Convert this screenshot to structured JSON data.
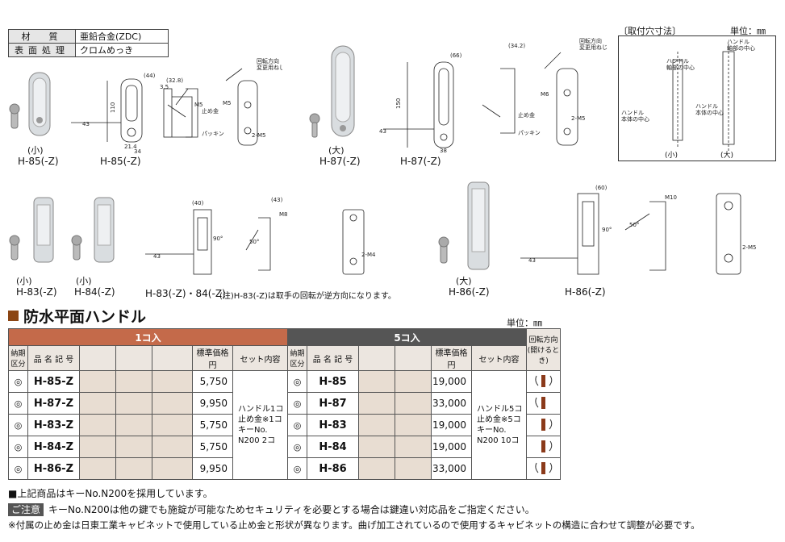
{
  "spec_table": [
    {
      "label": "材　質",
      "value": "亜鉛合金(ZDC)"
    },
    {
      "label": "表面処理",
      "value": "クロムめっき"
    }
  ],
  "drawings_top": {
    "h85_small": "(小)",
    "h85_photo": "H-85(-Z)",
    "h85_drawing": "H-85(-Z)",
    "h87_large": "(大)",
    "h87_photo": "H-87(-Z)",
    "h87_drawing": "H-87(-Z)",
    "mount_title": "〔取付穴寸法〕",
    "unit": "単位：㎜",
    "mount_small": "(小)",
    "mount_large": "(大)",
    "label_tomekin": "止め金",
    "label_packing": "パッキン",
    "label_rotate": "回転方向\n変更用ねじ",
    "label_m5": "M5",
    "label_m6": "M6",
    "label_2m5": "2-M5",
    "label_handle_axis": "ハンドル\n軸部の中心",
    "label_handle_body": "ハンドル\n本体の中心"
  },
  "drawings_bottom": {
    "h83_small": "(小)",
    "h83_photo": "H-83(-Z)",
    "h84_small": "(小)",
    "h84_photo": "H-84(-Z)",
    "h8384_drawing": "H-83(-Z)・84(-Z)",
    "note": "(注)H-83(-Z)は取手の回転が逆方向になります。",
    "h86_large": "(大)",
    "h86_photo": "H-86(-Z)",
    "h86_drawing": "H-86(-Z)",
    "label_m8": "M8",
    "label_m10": "M10",
    "label_2m4": "2-M4",
    "label_2m5": "2-M5",
    "label_deg90": "90°",
    "label_deg50": "50°"
  },
  "section": {
    "title": "防水平面ハンドル",
    "unit": "単位：㎜"
  },
  "table": {
    "group1": "1コ入",
    "group2": "5コ入",
    "col_delivery": "納期\n区分",
    "col_code": "品 名 記 号",
    "col_price": "標準価格\n円",
    "col_set": "セット内容",
    "col_dir": "回転方向\n(開けるとき)",
    "set1": "ハンドル1コ\n止め金※1コ\nキーNo.\nN200 2コ",
    "set5": "ハンドル5コ\n止め金※5コ\nキーNo.\nN200 10コ",
    "rows": [
      {
        "mark1": "◎",
        "code1": "H-85-Z",
        "price1": "5,750",
        "mark5": "◎",
        "code5": "H-85",
        "price5": "19,000"
      },
      {
        "mark1": "◎",
        "code1": "H-87-Z",
        "price1": "9,950",
        "mark5": "◎",
        "code5": "H-87",
        "price5": "33,000"
      },
      {
        "mark1": "◎",
        "code1": "H-83-Z",
        "price1": "5,750",
        "mark5": "◎",
        "code5": "H-83",
        "price5": "19,000"
      },
      {
        "mark1": "◎",
        "code1": "H-84-Z",
        "price1": "5,750",
        "mark5": "◎",
        "code5": "H-84",
        "price5": "19,000"
      },
      {
        "mark1": "◎",
        "code1": "H-86-Z",
        "price1": "9,950",
        "mark5": "◎",
        "code5": "H-86",
        "price5": "33,000"
      }
    ]
  },
  "notes": {
    "n1": "■上記商品はキーNo.N200を採用しています。",
    "n2_badge": "ご注意",
    "n2": "キーNo.N200は他の鍵でも施錠が可能なためセキュリティを必要とする場合は鍵違い対応品をご指定ください。",
    "n3": "※付属の止め金は日東工業キャビネットで使用している止め金と形状が異なります。曲げ加工されているので使用するキャビネットの構造に合わせて調整が必要です。"
  }
}
